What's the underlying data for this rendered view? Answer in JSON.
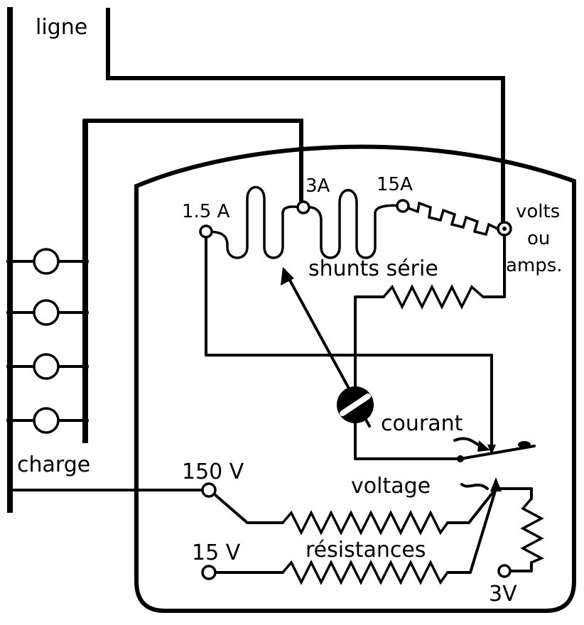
{
  "labels": {
    "ligne": "ligne",
    "charge": "charge",
    "t1_5a": "1.5 A",
    "t3a": "3A",
    "t15a": "15A",
    "volts": "volts",
    "ou": "ou",
    "amps": "amps.",
    "shunts": "shunts série",
    "courant": "courant",
    "voltage": "voltage",
    "v150": "150 V",
    "v15": "15 V",
    "resistances": "résistances",
    "v3": "3V"
  }
}
